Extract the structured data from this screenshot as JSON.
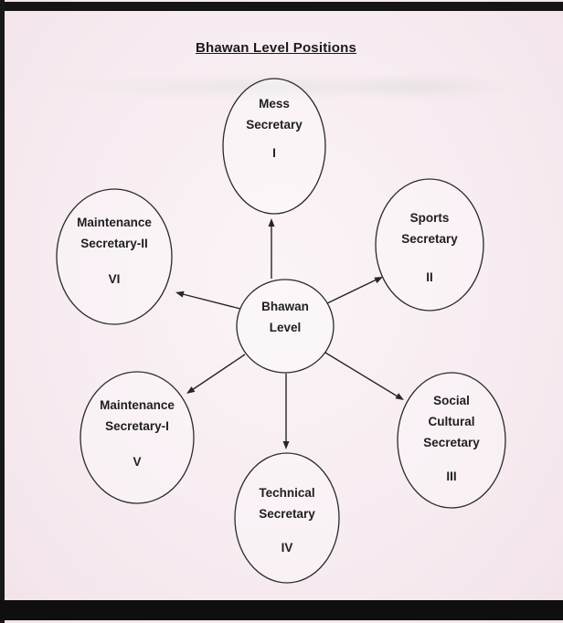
{
  "page": {
    "title": "Bhawan Level Positions"
  },
  "diagram": {
    "center": {
      "lines": [
        "Bhawan",
        "Level"
      ]
    },
    "nodes": [
      {
        "name": "mess-secretary",
        "lines": [
          "Mess",
          "Secretary"
        ],
        "numeral": "I"
      },
      {
        "name": "sports-secretary",
        "lines": [
          "Sports",
          "Secretary"
        ],
        "numeral": "II"
      },
      {
        "name": "social-cultural-secretary",
        "lines": [
          "Social",
          "Cultural",
          "Secretary"
        ],
        "numeral": "III"
      },
      {
        "name": "technical-secretary",
        "lines": [
          "Technical",
          "Secretary"
        ],
        "numeral": "IV"
      },
      {
        "name": "maintenance-secretary-1",
        "lines": [
          "Maintenance",
          "Secretary-I"
        ],
        "numeral": "V"
      },
      {
        "name": "maintenance-secretary-2",
        "lines": [
          "Maintenance",
          "Secretary-II"
        ],
        "numeral": "VI"
      }
    ]
  },
  "colors": {
    "paper": "#f7ecf1",
    "ink": "#202020",
    "frame": "#141414"
  }
}
